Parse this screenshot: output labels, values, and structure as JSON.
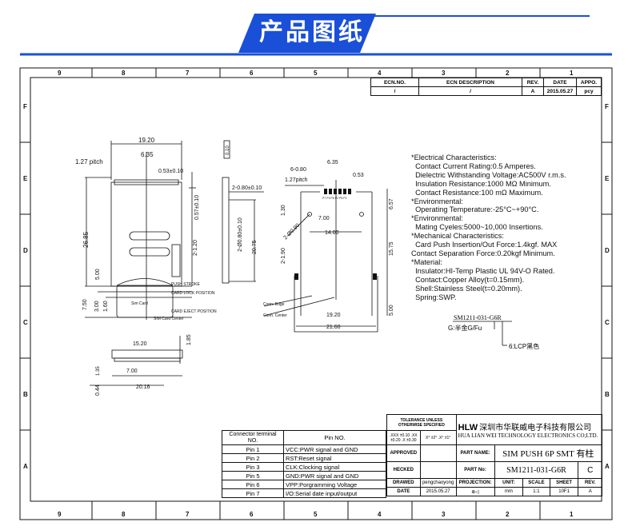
{
  "banner": {
    "title": "产品图纸",
    "accent": "#1a4fd8"
  },
  "frame": {
    "columns": [
      "9",
      "8",
      "7",
      "6",
      "5",
      "4",
      "3",
      "2",
      "1"
    ],
    "rows": [
      "F",
      "E",
      "D",
      "C",
      "B",
      "A"
    ]
  },
  "ecn_table": {
    "headers": [
      "ECN.NO.",
      "ECN DESCRIPTION",
      "REV.",
      "DATE",
      "APPO."
    ],
    "row": [
      "/",
      "/",
      "A",
      "2015.05.27",
      "pcy"
    ]
  },
  "specs": [
    "*Electrical Characteristics:",
    "  Contact Current Rating:0.5 Amperes.",
    "  Dielectric Withstanding Voltage:AC500V r.m.s.",
    "  Insulation Resistance:1000 MΩ Minimum.",
    "  Contact Resistance:100 mΩ Maximum.",
    "*Environmental:",
    "  Operating Temperature:-25°C~+90°C.",
    "*Environmental:",
    "  Mating Cyeles:5000~10,000 Insertions.",
    "*Mechanical Characteristics:",
    "  Card Push Insertion/Out Force:1.4kgf. MAX",
    "Contact Separation Force:0.20kgf Minimum.",
    "*Material:",
    "  Insulator:HI-Temp Plastic UL 94V-O Rated.",
    "  Contact:Copper Alloy(t=0.15mm).",
    "  Shell:Stainless Steel(t=0.20mm).",
    "  Spring:SWP."
  ],
  "part_code": {
    "code": "SM1211-031-G6R",
    "g_note": "G:半金G/Fu",
    "six_note": "6:LCP黑色"
  },
  "top_view": {
    "dims": [
      "19.20",
      "6.35",
      "1.27 pitch",
      "0.53±0.10",
      "0.57±0.10",
      "26.85",
      "2-1.20",
      "5.00",
      "7.50",
      "3.00",
      "1.60"
    ],
    "notes": [
      "PUSH STROKE",
      "CARD LOCK POSITION",
      "Sim Card",
      "CARD EJECT POSITION",
      "SIM Card Center"
    ]
  },
  "side_view": {
    "dims": [
      "0.10",
      "2-0.80±0.10",
      "2-Ø0.80±0.10",
      "20.75"
    ]
  },
  "pcb_view": {
    "dims": [
      "6.35",
      "6-0.80",
      "1.27pitch",
      "0.53",
      "1.30",
      "2-Ø0.90",
      "7.00",
      "14.00",
      "6.57",
      "15.75",
      "2-1.90",
      "19.20",
      "21.60",
      "5.00"
    ],
    "pin_labels": "P7 P3 P6 P2 P5 P1",
    "notes": [
      "Conn. Edge",
      "Conn. Center"
    ]
  },
  "front_view": {
    "dims": [
      "15.20",
      "7.00",
      "20.16",
      "1.85",
      "0.44",
      "1.35"
    ]
  },
  "tolerance": {
    "title": "TOLERANCE UNLESS OTHERWISE SPECIFIED",
    "lines": ".XXX ±0.10  .XX ±0.20  .X ±0.30",
    "angles": "X° ±2°  .X° ±1°"
  },
  "company": {
    "logo": "HLW",
    "name_cn": "深圳市华联威电子科技有限公司",
    "name_en": "HUA LIAN WEI TECHNOLOGY ELECTRONICS CO;LTD."
  },
  "pin_table": {
    "header": [
      "Connector terminal NO.",
      "Pin NO."
    ],
    "rows": [
      [
        "Pin 1",
        "VCC:PWR signal and GND"
      ],
      [
        "Pin 2",
        "RST:Reset signal"
      ],
      [
        "Pin 3",
        "CLK:Clocking signal"
      ],
      [
        "Pin 5",
        "GND:PWR signal and GND"
      ],
      [
        "Pin 6",
        "VPP:Porgramming Voltage"
      ],
      [
        "Pin 7",
        "I/O:Serial date input/output"
      ]
    ]
  },
  "title_block": {
    "approved": "APPROVED",
    "checked": "HECKED",
    "drawed": "DRAWED",
    "drawer": "pengchaoyong",
    "date_label": "DATE",
    "date": "2015.05.27",
    "part_name_label": "PART NAME:",
    "part_name": "SIM PUSH 6P SMT 有柱",
    "part_no_label": "PART No:",
    "part_no": "SM1211-031-G6R",
    "part_rev": "C",
    "projection": "PROJECTION:",
    "unit_label": "UNIT:",
    "unit": "mm",
    "scale_label": "SCALE",
    "scale": "1:1",
    "sheet_label": "SHEET",
    "sheet": "10F1",
    "rev_label": "REV.",
    "rev": "A"
  }
}
